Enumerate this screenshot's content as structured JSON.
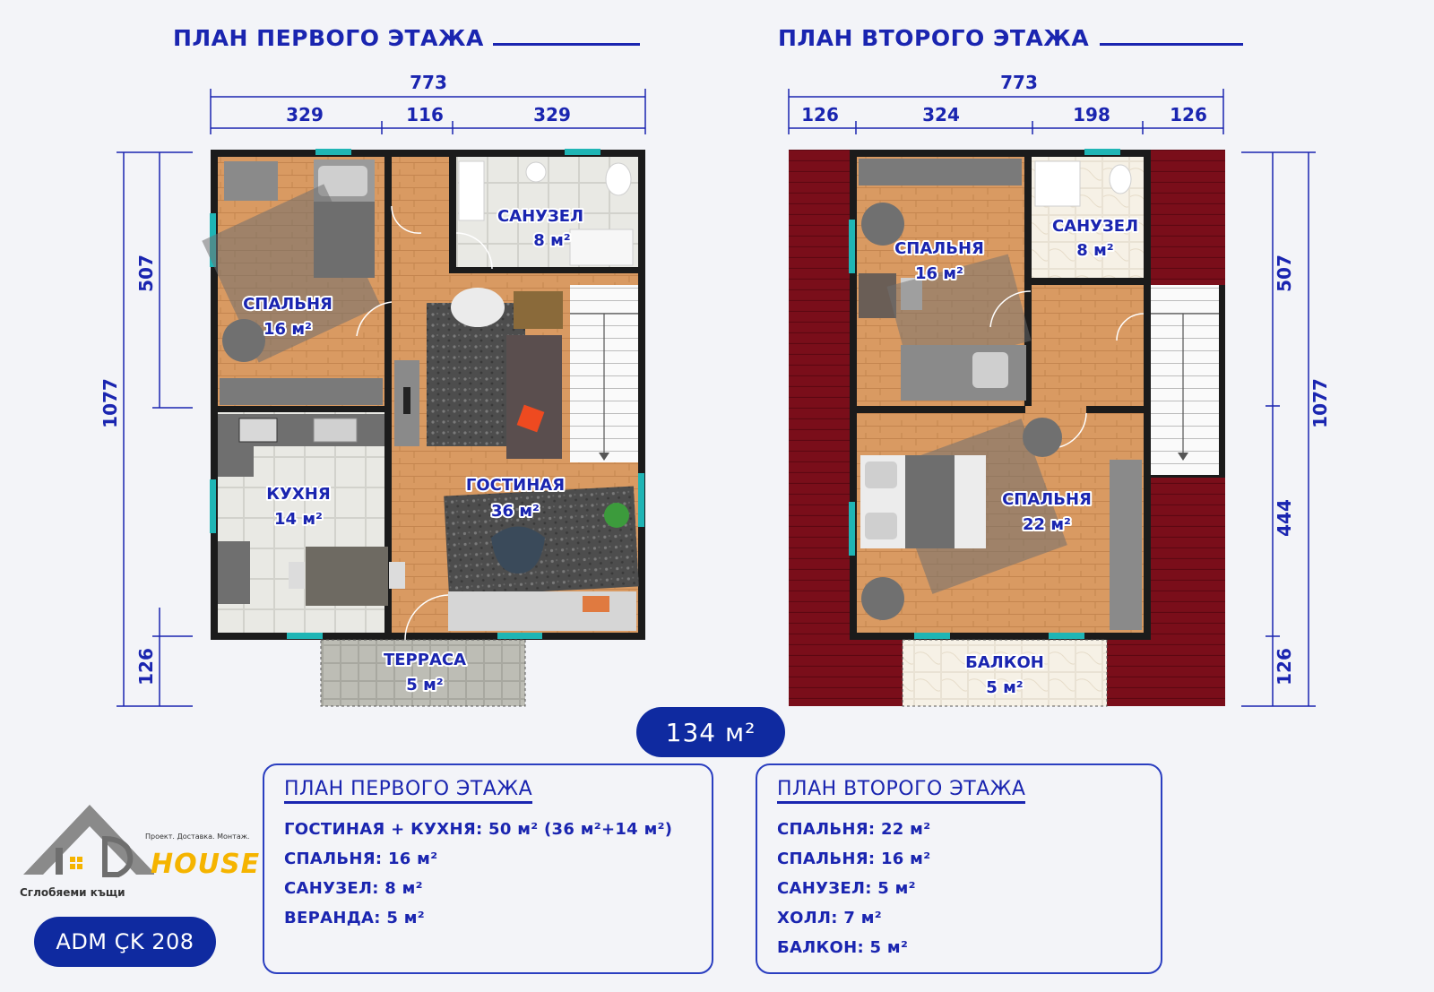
{
  "floor1": {
    "title": "ПЛАН ПЕРВОГО ЭТАЖА",
    "dims": {
      "total_w": "773",
      "w1": "329",
      "w2": "116",
      "w3": "329",
      "total_h": "1077",
      "h1": "507",
      "h2": "126"
    },
    "rooms": [
      {
        "name": "САНУЗЕЛ",
        "area": "8 м²"
      },
      {
        "name": "СПАЛЬНЯ",
        "area": "16 м²"
      },
      {
        "name": "КУХНЯ",
        "area": "14 м²"
      },
      {
        "name": "ГОСТИНАЯ",
        "area": "36 м²"
      },
      {
        "name": "ТЕРРАСА",
        "area": "5 м²"
      }
    ]
  },
  "floor2": {
    "title": "ПЛАН ВТОРОГО ЭТАЖА",
    "dims": {
      "total_w": "773",
      "w1": "126",
      "w2": "324",
      "w3": "198",
      "w4": "126",
      "total_h": "1077",
      "h1": "507",
      "h2": "444",
      "h3": "126"
    },
    "rooms": [
      {
        "name": "САНУЗЕЛ",
        "area": "8 м²"
      },
      {
        "name": "СПАЛЬНЯ",
        "area": "16 м²"
      },
      {
        "name": "СПАЛЬНЯ",
        "area": "22 м²"
      },
      {
        "name": "БАЛКОН",
        "area": "5 м²"
      }
    ]
  },
  "total_area": "134 м²",
  "summary": {
    "floor1": {
      "title": "ПЛАН ПЕРВОГО ЭТАЖА",
      "lines": [
        "ГОСТИНАЯ + КУХНЯ:  50 м² (36 м²+14 м²)",
        "СПАЛЬНЯ: 16 м²",
        "САНУЗЕЛ: 8 м²",
        "ВЕРАНДА: 5 м²"
      ]
    },
    "floor2": {
      "title": "ПЛАН ВТОРОГО ЭТАЖА",
      "lines": [
        "СПАЛЬНЯ: 22 м²",
        "СПАЛЬНЯ: 16 м²",
        "САНУЗЕЛ: 5 м²",
        "ХОЛЛ: 7 м²",
        "БАЛКОН: 5 м²"
      ]
    }
  },
  "logo": {
    "word": "HOUSE",
    "tagline": "Проект. Доставка. Монтаж.",
    "subtitle": "Сглобяеми къщи"
  },
  "model_code": "ADM ÇK 208",
  "colors": {
    "primary": "#1a25b0",
    "pill": "#0f2aa0",
    "wood": "#d99a62",
    "roof": "#7a0e1a",
    "wall": "#1b1b1b",
    "window": "#1fb5b5",
    "accent": "#f5b400"
  }
}
